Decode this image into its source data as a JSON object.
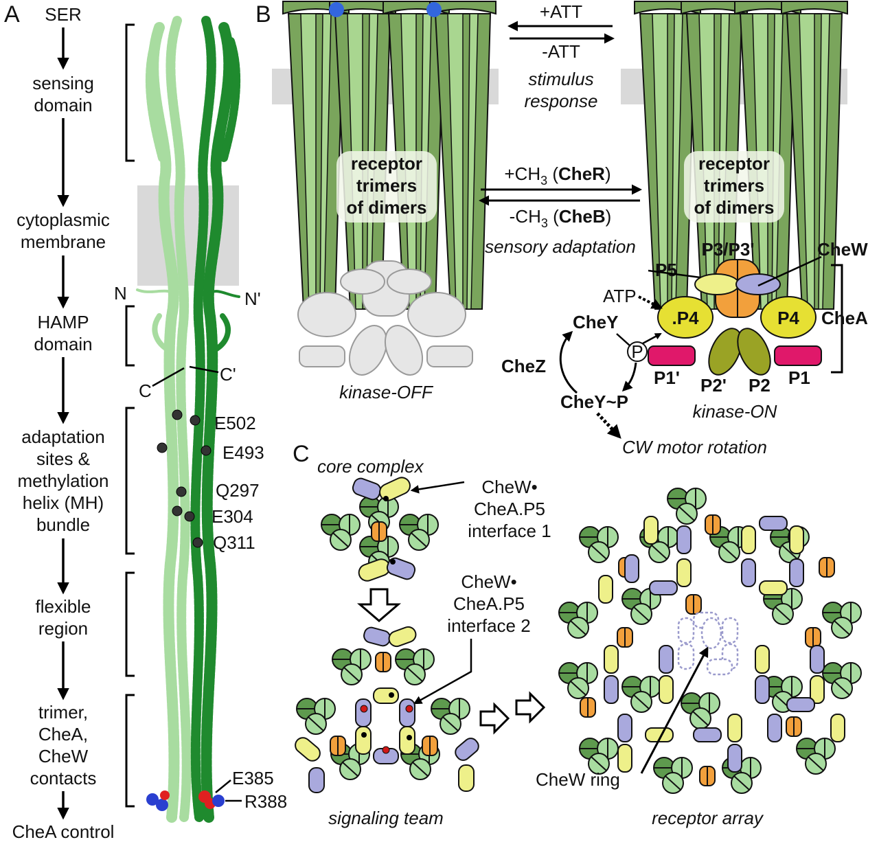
{
  "panels": {
    "a": "A",
    "b": "B",
    "c": "C"
  },
  "panel_a": {
    "steps": [
      {
        "lines": [
          "SER"
        ]
      },
      {
        "lines": [
          "sensing",
          "domain"
        ]
      },
      {
        "lines": [
          "cytoplasmic",
          "membrane"
        ]
      },
      {
        "lines": [
          "HAMP",
          "domain"
        ]
      },
      {
        "lines": [
          "adaptation",
          "sites &",
          "methylation",
          "helix (MH)",
          "bundle"
        ]
      },
      {
        "lines": [
          "flexible",
          "region"
        ]
      },
      {
        "lines": [
          "trimer,",
          "CheA,",
          "CheW",
          "contacts"
        ]
      },
      {
        "lines": [
          "CheA control"
        ]
      }
    ],
    "termini": {
      "n": "N",
      "n_prime": "N'",
      "c": "C",
      "c_prime": "C'"
    },
    "residues": [
      "E502",
      "E493",
      "Q297",
      "E304",
      "Q311",
      "E385",
      "R388"
    ],
    "colors": {
      "helix_dark": "#1f8a2e",
      "helix_light": "#a8dca0",
      "membrane": "#d9d9d9",
      "acidic": "#e02020",
      "basic": "#2a3fd0"
    }
  },
  "panel_b": {
    "attractant_on": "+ATT",
    "attractant_off": "-ATT",
    "stimulus": [
      "stimulus",
      "response"
    ],
    "receptor_label": [
      "receptor",
      "trimers",
      "of dimers"
    ],
    "methyl_add": {
      "prefix": "+CH",
      "sub": "3",
      "mid": " (",
      "enzyme": "CheR",
      "end": ")"
    },
    "methyl_remove": {
      "prefix": "-CH",
      "sub": "3",
      "mid": " (",
      "enzyme": "CheB",
      "end": ")"
    },
    "adaptation": "sensory adaptation",
    "kinase_off": "kinase-OFF",
    "kinase_on": "kinase-ON",
    "chea_domains": {
      "p3": "P3/P3'",
      "p5": "P5",
      "p4": "P4",
      "p4_dot": ".P4",
      "p1": "P1",
      "p1_prime": "P1'",
      "p2": "P2",
      "p2_prime": "P2'"
    },
    "chew": "CheW",
    "chea": "CheA",
    "atp": "ATP",
    "phospho": "P",
    "chey": "CheY",
    "chez": "CheZ",
    "chey_p": "CheY~P",
    "motor": "CW motor rotation",
    "colors": {
      "receptor_dark": "#7aa55c",
      "receptor_light": "#a9d690",
      "p4": "#e6e033",
      "p5": "#eef08a",
      "chew": "#a9a9dd",
      "p3": "#f2a03c",
      "p1": "#e0186a",
      "p2": "#9aa325",
      "ligand": "#3366dd"
    }
  },
  "panel_c": {
    "core_complex": "core complex",
    "interface1": [
      "CheW•",
      "CheA.P5",
      "interface 1"
    ],
    "interface2": [
      "CheW•",
      "CheA.P5",
      "interface 2"
    ],
    "signaling_team": "signaling team",
    "receptor_array": "receptor array",
    "chew_ring": "CheW ring"
  }
}
